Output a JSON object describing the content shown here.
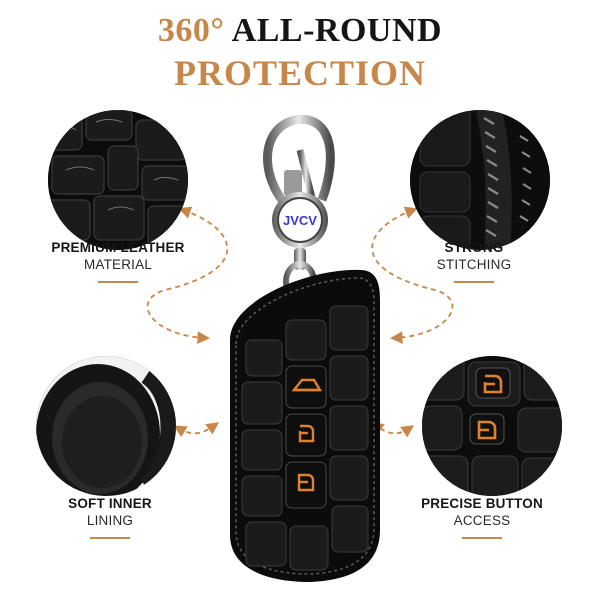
{
  "headline": {
    "line1_accent": "360°",
    "line1_dark": "ALL-ROUND",
    "line2": "PROTECTION"
  },
  "features": [
    {
      "title": "PREMIUM LEATHER",
      "subtitle": "MATERIAL"
    },
    {
      "title": "STRONG",
      "subtitle": "STITCHING"
    },
    {
      "title": "SOFT INNER",
      "subtitle": "LINING"
    },
    {
      "title": "PRECISE BUTTON",
      "subtitle": "ACCESS"
    }
  ],
  "product": {
    "logo_text": "JVCV"
  },
  "colors": {
    "accent": "#c8874a",
    "leather": "#0b0b0b",
    "text": "#161616"
  },
  "icons": {
    "trunk_button": "trunk-icon",
    "unlock_button": "unlock-icon",
    "lock_button": "lock-icon"
  }
}
